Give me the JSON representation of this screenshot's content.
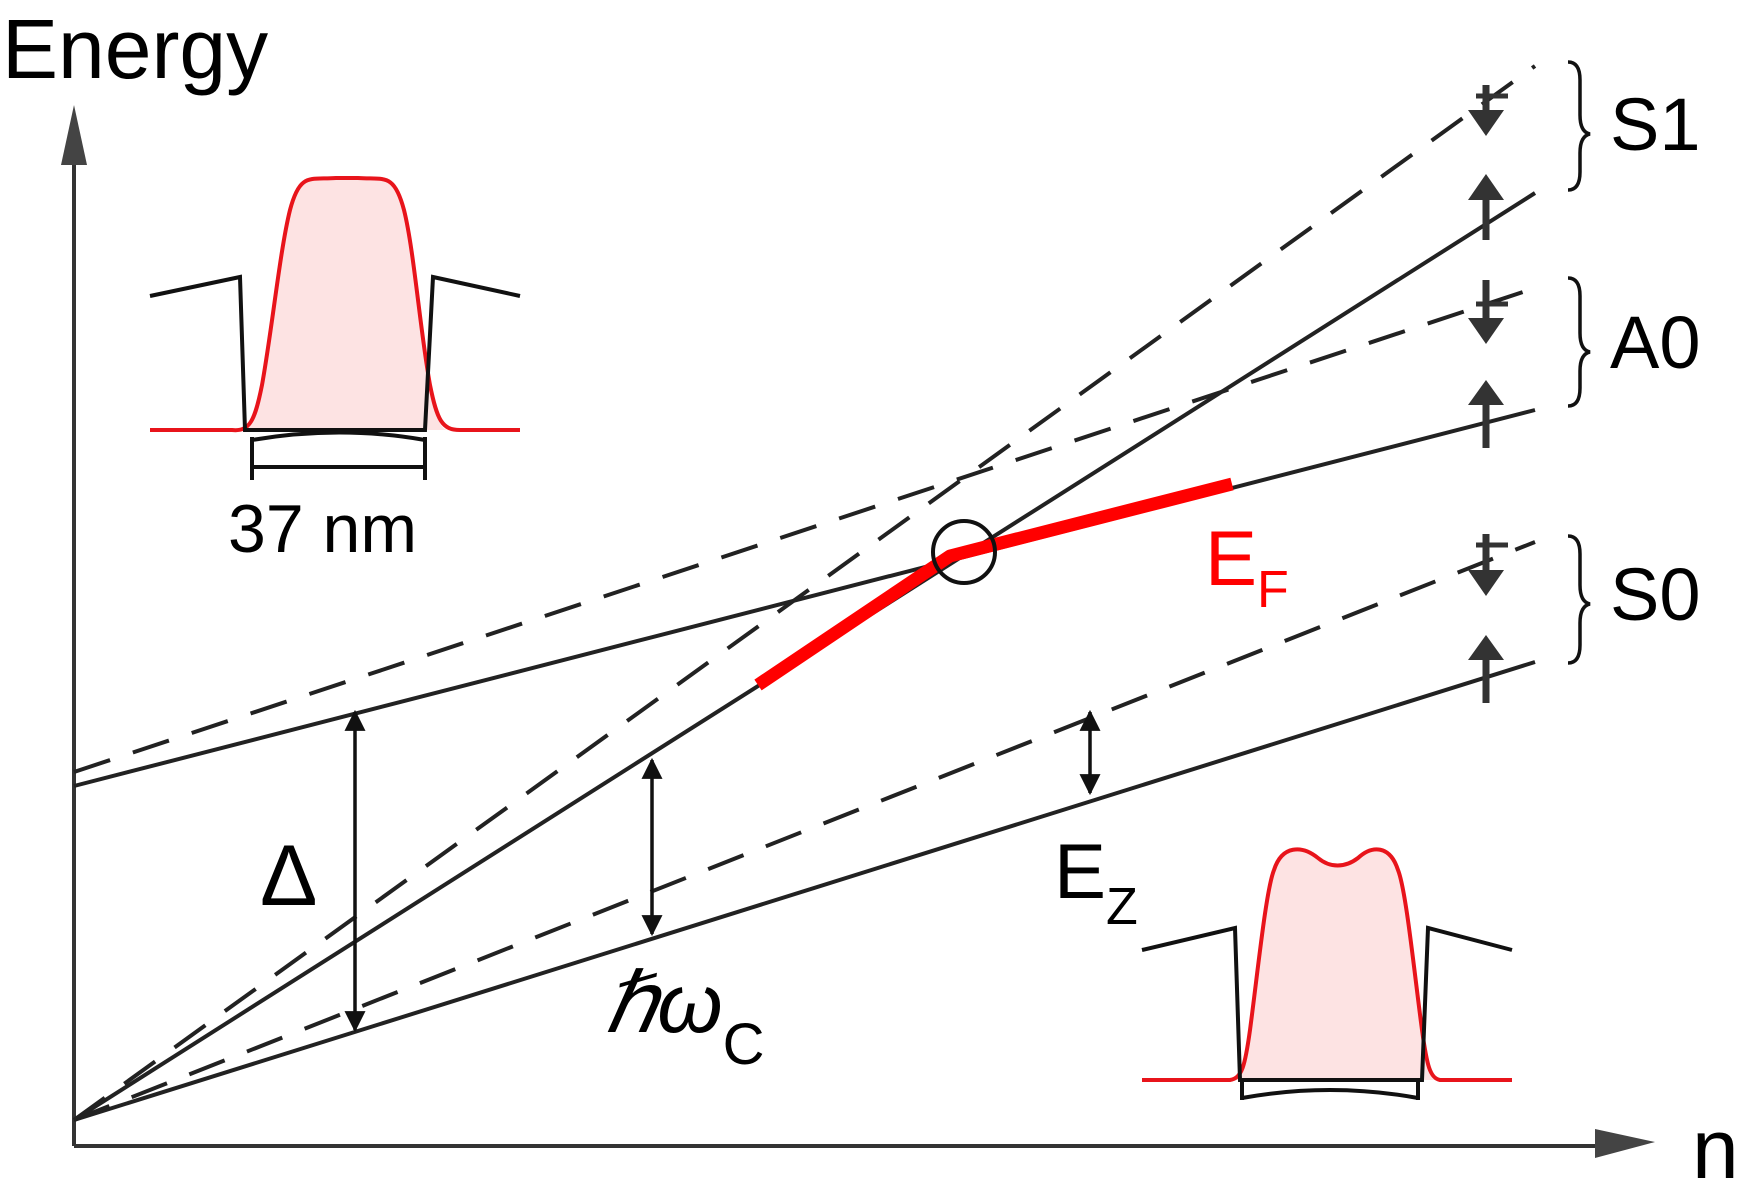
{
  "colors": {
    "ink": "#1a1a1a",
    "fermi": "#ff0000",
    "wavefunction_fill": "#fde3e3",
    "wavefunction_line": "#e8141b"
  },
  "axes": {
    "y_label": "Energy",
    "x_label": "n"
  },
  "brackets": {
    "s1": "S1",
    "a0": "A0",
    "s0": "S0"
  },
  "labels": {
    "fermi_main": "E",
    "fermi_sub": "F",
    "zeeman_main": "E",
    "zeeman_sub": "Z",
    "gap": "Δ",
    "cyclotron_main": "ℏω",
    "cyclotron_sub": "C",
    "width": "37 nm"
  },
  "icons": {
    "spin_down": "arrow-down-icon",
    "spin_up": "arrow-up-icon",
    "crossing": "circle-marker-icon"
  }
}
